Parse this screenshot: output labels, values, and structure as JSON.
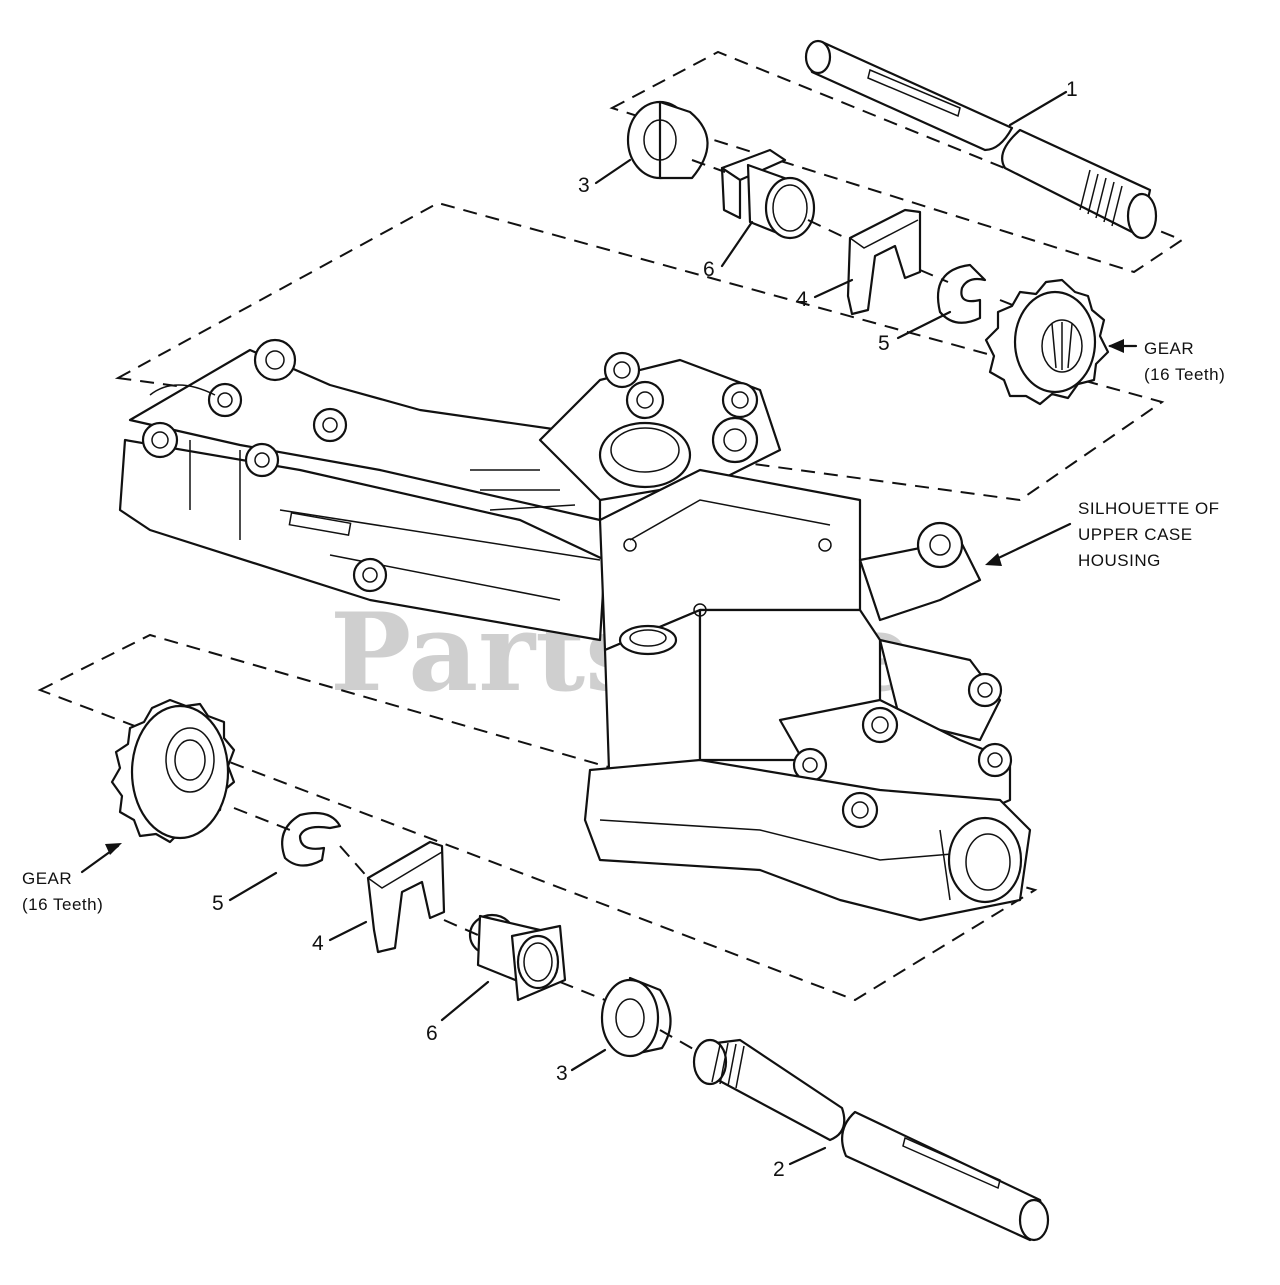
{
  "watermark": "PartsTree",
  "callouts": {
    "shaft_upper": "1",
    "shaft_lower": "2",
    "washer_upper": "3",
    "washer_lower": "3",
    "fork_upper": "4",
    "fork_lower": "4",
    "ring_upper": "5",
    "ring_lower": "5",
    "bushing_upper": "6",
    "bushing_lower": "6"
  },
  "labels": {
    "gear_upper": [
      "GEAR",
      "(16 Teeth)"
    ],
    "gear_lower": [
      "GEAR",
      "(16 Teeth)"
    ],
    "silhouette": [
      "SILHOUETTE OF",
      "UPPER CASE",
      "HOUSING"
    ]
  }
}
